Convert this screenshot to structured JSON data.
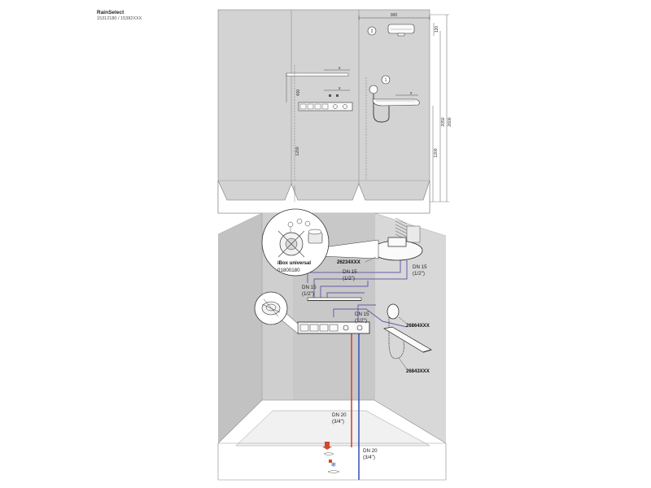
{
  "title": {
    "product": "RainSelect",
    "codes": "15312180 / 15382XXX"
  },
  "elevation": {
    "dim_900": "900",
    "dim_120": "120",
    "dim_2600": "2600",
    "dim_2050": "2050",
    "dim_1200_right": "1200",
    "dim_1200_left": "1200",
    "dim_400": "400",
    "x_marks": [
      "x",
      "x",
      "x"
    ],
    "callouts": [
      "1",
      "2"
    ]
  },
  "isometric": {
    "ibox_label": "iBox universal",
    "ibox_code": "01800180",
    "overhead_code": "26234XXX",
    "handshower_code": "26864XXX",
    "shelf_code": "26843XXX",
    "pipe_labels": [
      {
        "line1": "DN 15",
        "line2": "(1/2\")"
      },
      {
        "line1": "DN 15",
        "line2": "(1/2\")"
      },
      {
        "line1": "DN 15",
        "line2": "(1/2\")"
      }
    ],
    "supply_labels": [
      {
        "line1": "DN 20",
        "line2": "(3/4\")"
      },
      {
        "line1": "DN 20",
        "line2": "(3/4\")"
      }
    ]
  },
  "colors": {
    "wall": "#d3d3d3",
    "wall_dark": "#c4c4c4",
    "pipe_purple": "#6a5aa8",
    "hot": "#d04a2a",
    "cold": "#3d5ab8"
  }
}
